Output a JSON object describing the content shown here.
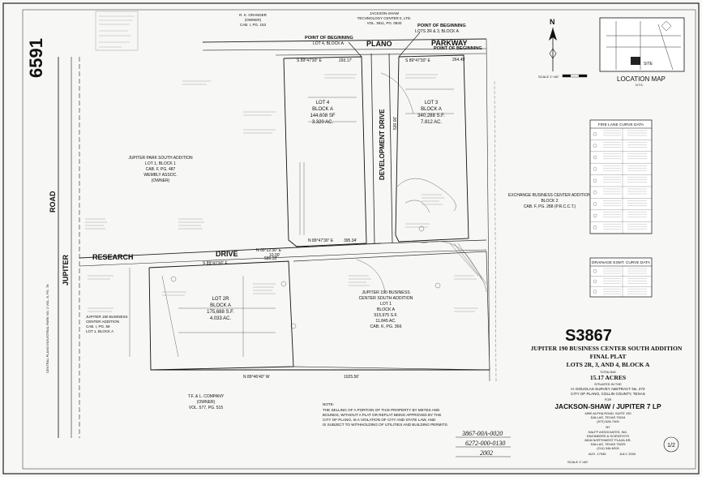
{
  "sheet_number": "6591",
  "case_number": "S3867",
  "plat": {
    "title": "JUPITER 190 BUSINESS CENTER SOUTH ADDITION",
    "subtitle": "FINAL PLAT",
    "lots_line": "LOTS 2R, 3, AND 4, BLOCK A",
    "totaling": "TOTALING",
    "acres": "15.17 ACRES",
    "situated_in": "SITUATED IN THE",
    "survey": "H. DOUGLAS SURVEY ABSTRACT No. 272",
    "location": "CITY OF PLANO, COLLIN COUNTY, TEXAS",
    "for": "FOR",
    "owner": "JACKSON-SHAW / JUPITER 7 LP",
    "owner_address": [
      "4890 ALPHA ROAD, SUITE 100",
      "DALLAS, TEXAS 75244",
      "(972) 628-7400"
    ],
    "by": "BY",
    "engineer": [
      "HALFF ASSOCIATES, INC.",
      "ENGINEERS & SCIENTISTS",
      "8616 NORTHWEST PLAZA DR.",
      "DALLAS, TEXAS 75225",
      "(214) 346-6200"
    ],
    "job": "AVO. 17935",
    "date": "JULY, 2000",
    "page": "1/2"
  },
  "stamps": {
    "line1": "3867-00A-0020",
    "line2": "6272-000-0130",
    "line3": "2002"
  },
  "streets": {
    "plano_parkway": [
      "PLANO",
      "PARKWAY"
    ],
    "research_drive": [
      "RESEARCH",
      "DRIVE"
    ],
    "development_drive": "DEVELOPMENT DRIVE",
    "jupiter_road": [
      "JUPITER",
      "ROAD"
    ]
  },
  "pob": {
    "lot4": [
      "POINT OF BEGINNING",
      "LOT 4, BLOCK A"
    ],
    "lots2r3": [
      "POINT OF BEGINNING",
      "LOTS 2R & 3, BLOCK A"
    ]
  },
  "lots": {
    "lot4": [
      "LOT 4",
      "BLOCK A",
      "144,608 SF",
      "3.320 AC."
    ],
    "lot3": [
      "LOT 3",
      "BLOCK A",
      "340,288 S.F.",
      "7.812 AC."
    ],
    "lot2r": [
      "LOT 2R",
      "BLOCK A",
      "175,688 S.F.",
      "4.033 AC."
    ]
  },
  "adjacent": {
    "jupiter_park": [
      "JUPITER PARK SOUTH ADDITION",
      "LOT 1, BLOCK 1",
      "CAB. F, PG. 487",
      "WEMBLY ASSOC.",
      "(OWNER)"
    ],
    "exchange": [
      "EXCHANGE BUSINESS CENTER ADDITION",
      "BLOCK 2",
      "CAB. F, PG. 288 (P.R.C.C.T.)"
    ],
    "jupiter190": [
      "JUPITER 190 BUSINESS",
      "CENTER SOUTH ADDITION",
      "LOT 1",
      "BLOCK A",
      "515,975 S.F.",
      "11.845 AC.",
      "CAB. K, PG. 366"
    ],
    "txl": [
      "T.F. & L. COMPANY",
      "(OWNER)",
      "VOL. 577, PG. 515"
    ],
    "jackson_top": [
      "JACKSON-SHAW",
      "TECHNOLOGY CENTER II, LTD.",
      "VOL. 3911, PG. 0840"
    ],
    "rk_top": [
      "R. K. GRANDER",
      "(OWNER)",
      "CAB. I, PG. 153"
    ],
    "jupiter_190_left": [
      "JUPITER 190 BUSINESS",
      "CENTER ADDITION",
      "CAB. I, PG. 58",
      "LOT 1, BLOCK A"
    ],
    "central_plano": "CENTRAL PLANO INDUSTRIAL PARK NO. 2 VOL. 8, PG. 78"
  },
  "bearings": {
    "top_left": "S 89°47'30\" E",
    "top_left_len": "293.17'",
    "top_right": "S 89°47'30\" E",
    "top_right_len": "264.45'",
    "drive_mid": "N 89°47'30\" E",
    "drive_len": "395.34'",
    "drive_west": "S 89°47'30\" E",
    "drive_west_len": "586.33'",
    "n00": "N 00°12'30\" E",
    "n00_len": "10.00'",
    "south": "N 89°46'40\" W",
    "south_len": "1025.56'",
    "dev_len": "530.00'"
  },
  "note": {
    "label": "NOTE:",
    "lines": [
      "THE SELLING OF A PORTION OF THIS PROPERTY BY METES AND",
      "BOUNDS, WITHOUT A PLAT OR REPLAT BEING APPROVED BY THE",
      "CITY OF PLANO, IS A VIOLATION OF CITY AND STATE LAW, AND",
      "IS SUBJECT TO WITHHOLDING OF UTILITIES AND BUILDING PERMITS."
    ]
  },
  "location_map": {
    "title": "LOCATION MAP",
    "nts": "N.T.S.",
    "site": "SITE"
  },
  "north": "N",
  "scale": "SCALE 1\"=60'",
  "fire_lane_table": {
    "title": "FIRE LANE CURVE DATA",
    "rows": 9
  },
  "drainage_table": {
    "title": "DRAINAGE ESMT. CURVE DATA",
    "rows": 3
  }
}
